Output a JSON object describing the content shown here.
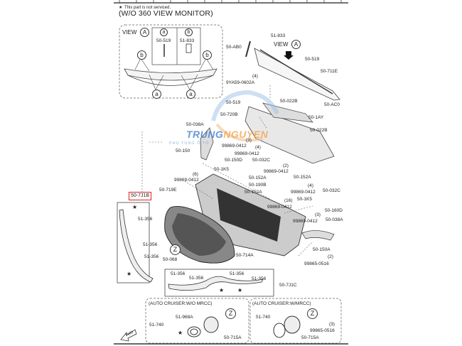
{
  "note": {
    "star": "★",
    "text": "This part is not serviced."
  },
  "title": "(W/O 360 VIEW MONITOR)",
  "view_inset": {
    "view_label": "VIEW",
    "view_letter": "A",
    "table": [
      {
        "key": "a",
        "part": "50-519"
      },
      {
        "key": "b",
        "part": "51-833"
      }
    ],
    "callouts": [
      "b",
      "b",
      "a",
      "a"
    ]
  },
  "labels": {
    "upper_51_833": "51-833",
    "upper_50_ab0": "50-AB0",
    "upper_view": "VIEW",
    "upper_view_letter": "A",
    "upper_50_519": "50-519",
    "upper_50_711e": "50-711E",
    "upper_50_ac0": "50-AC0",
    "qty_4a": "(4)",
    "p_9ya59": "9YA59-0602A",
    "p_50_519b": "50-519",
    "p_50_022b_a": "50-022B",
    "p_50_720b": "50-720B",
    "p_50_1ay": "50-1AY",
    "p_50_022b_b": "50-022B",
    "p_50_038a_a": "50-038A",
    "p_50_150": "50-150",
    "qty_3a": "(3)",
    "p_99869_a": "99869-0412",
    "qty_4b": "(4)",
    "p_99869_b": "99869-0412",
    "p_50_150d": "50-150D",
    "p_50_032c_a": "50-032C",
    "p_50_1k5_a": "50-1K5",
    "qty_2a": "(2)",
    "p_99869_c": "99869-0412",
    "p_50_152a_a": "50-152A",
    "p_50_152a_b": "50-152A",
    "p_50_190b": "50-190B",
    "qty_6": "(6)",
    "p_99869_d": "99869-0412",
    "p_50_719e": "50-719E",
    "p_50_152a_c": "50-152A",
    "qty_4c": "(4)",
    "p_99869_e": "99869-0412",
    "p_50_032c_b": "50-032C",
    "p_50_1k5_b": "50-1K5",
    "p_50_160d": "50-160D",
    "qty_16": "(16)",
    "p_99869_f": "99869-0412",
    "qty_3b": "(3)",
    "p_99869_g": "99869-0412",
    "p_50_038a_b": "50-038A",
    "p_50_7j1b": "50-7J1B",
    "l_51_356_a": "51-356",
    "l_51_356_b": "51-356",
    "l_51_356_c": "51-356",
    "z_a": "Z",
    "p_50_068": "50-068",
    "p_50_714a": "50-714A",
    "p_50_150a": "50-150A",
    "p_99865_a": "99865-0516",
    "qty_2b": "(2)",
    "m_51_356_a": "51-356",
    "m_51_356_b": "51-356",
    "m_51_356_c": "51-356",
    "m_51_356_d": "51-356",
    "p_50_7j1c": "50-7J1C"
  },
  "sections": {
    "wo_mrcc": {
      "title": "(AUTO CRUISER:W/O MRCC)",
      "p1": "51-968A",
      "p2": "51-740",
      "z": "Z",
      "p3": "50-715A"
    },
    "w_mrcc": {
      "title": "(AUTO CRUISER:W/MRCC)",
      "p1": "51-740",
      "z": "Z",
      "p2": "99865-0516",
      "qty": "(3)",
      "p3": "50-715A"
    }
  },
  "fwd": "FWD",
  "watermark": {
    "brand_a": "TRUNG",
    "brand_b": "NGUYEN",
    "sub": "PHỤ TÙNG Ô TÔ"
  }
}
